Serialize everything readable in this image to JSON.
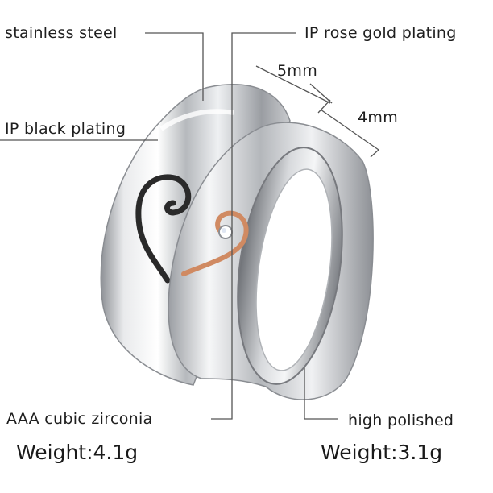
{
  "labels": {
    "stainless_steel": "stainless steel",
    "ip_rose_gold": "IP rose gold plating",
    "width_large": "5mm",
    "width_small": "4mm",
    "ip_black": "IP black plating",
    "cubic_zirconia": "AAA cubic zirconia",
    "high_polished": "high polished"
  },
  "weights": {
    "left": "Weight:4.1g",
    "right": "Weight:3.1g"
  },
  "colors": {
    "steel_light": "#f4f4f6",
    "steel_mid": "#b9bcc0",
    "steel_dark": "#6e7176",
    "black_plating": "#2a2a2a",
    "rose_gold": "#d08a62",
    "leader_line": "#555555"
  }
}
